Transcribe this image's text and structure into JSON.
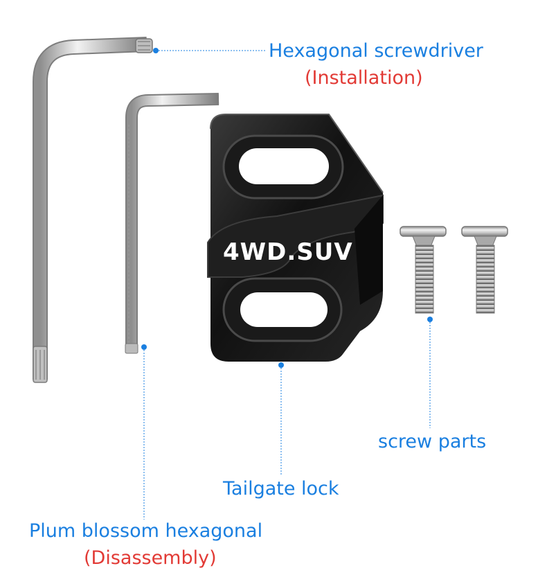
{
  "labels": {
    "hex_screwdriver": "Hexagonal screwdriver",
    "installation": "(Installation)",
    "screw_parts": "screw parts",
    "tailgate_lock": "Tailgate lock",
    "plum_blossom": "Plum blossom hexagonal",
    "disassembly": "(Disassembly)"
  },
  "brand": "4WD.SUV",
  "colors": {
    "label_blue": "#1a7fe0",
    "label_red": "#e23a35",
    "lock_black": "#121212",
    "steel": "#c9c9c9"
  }
}
